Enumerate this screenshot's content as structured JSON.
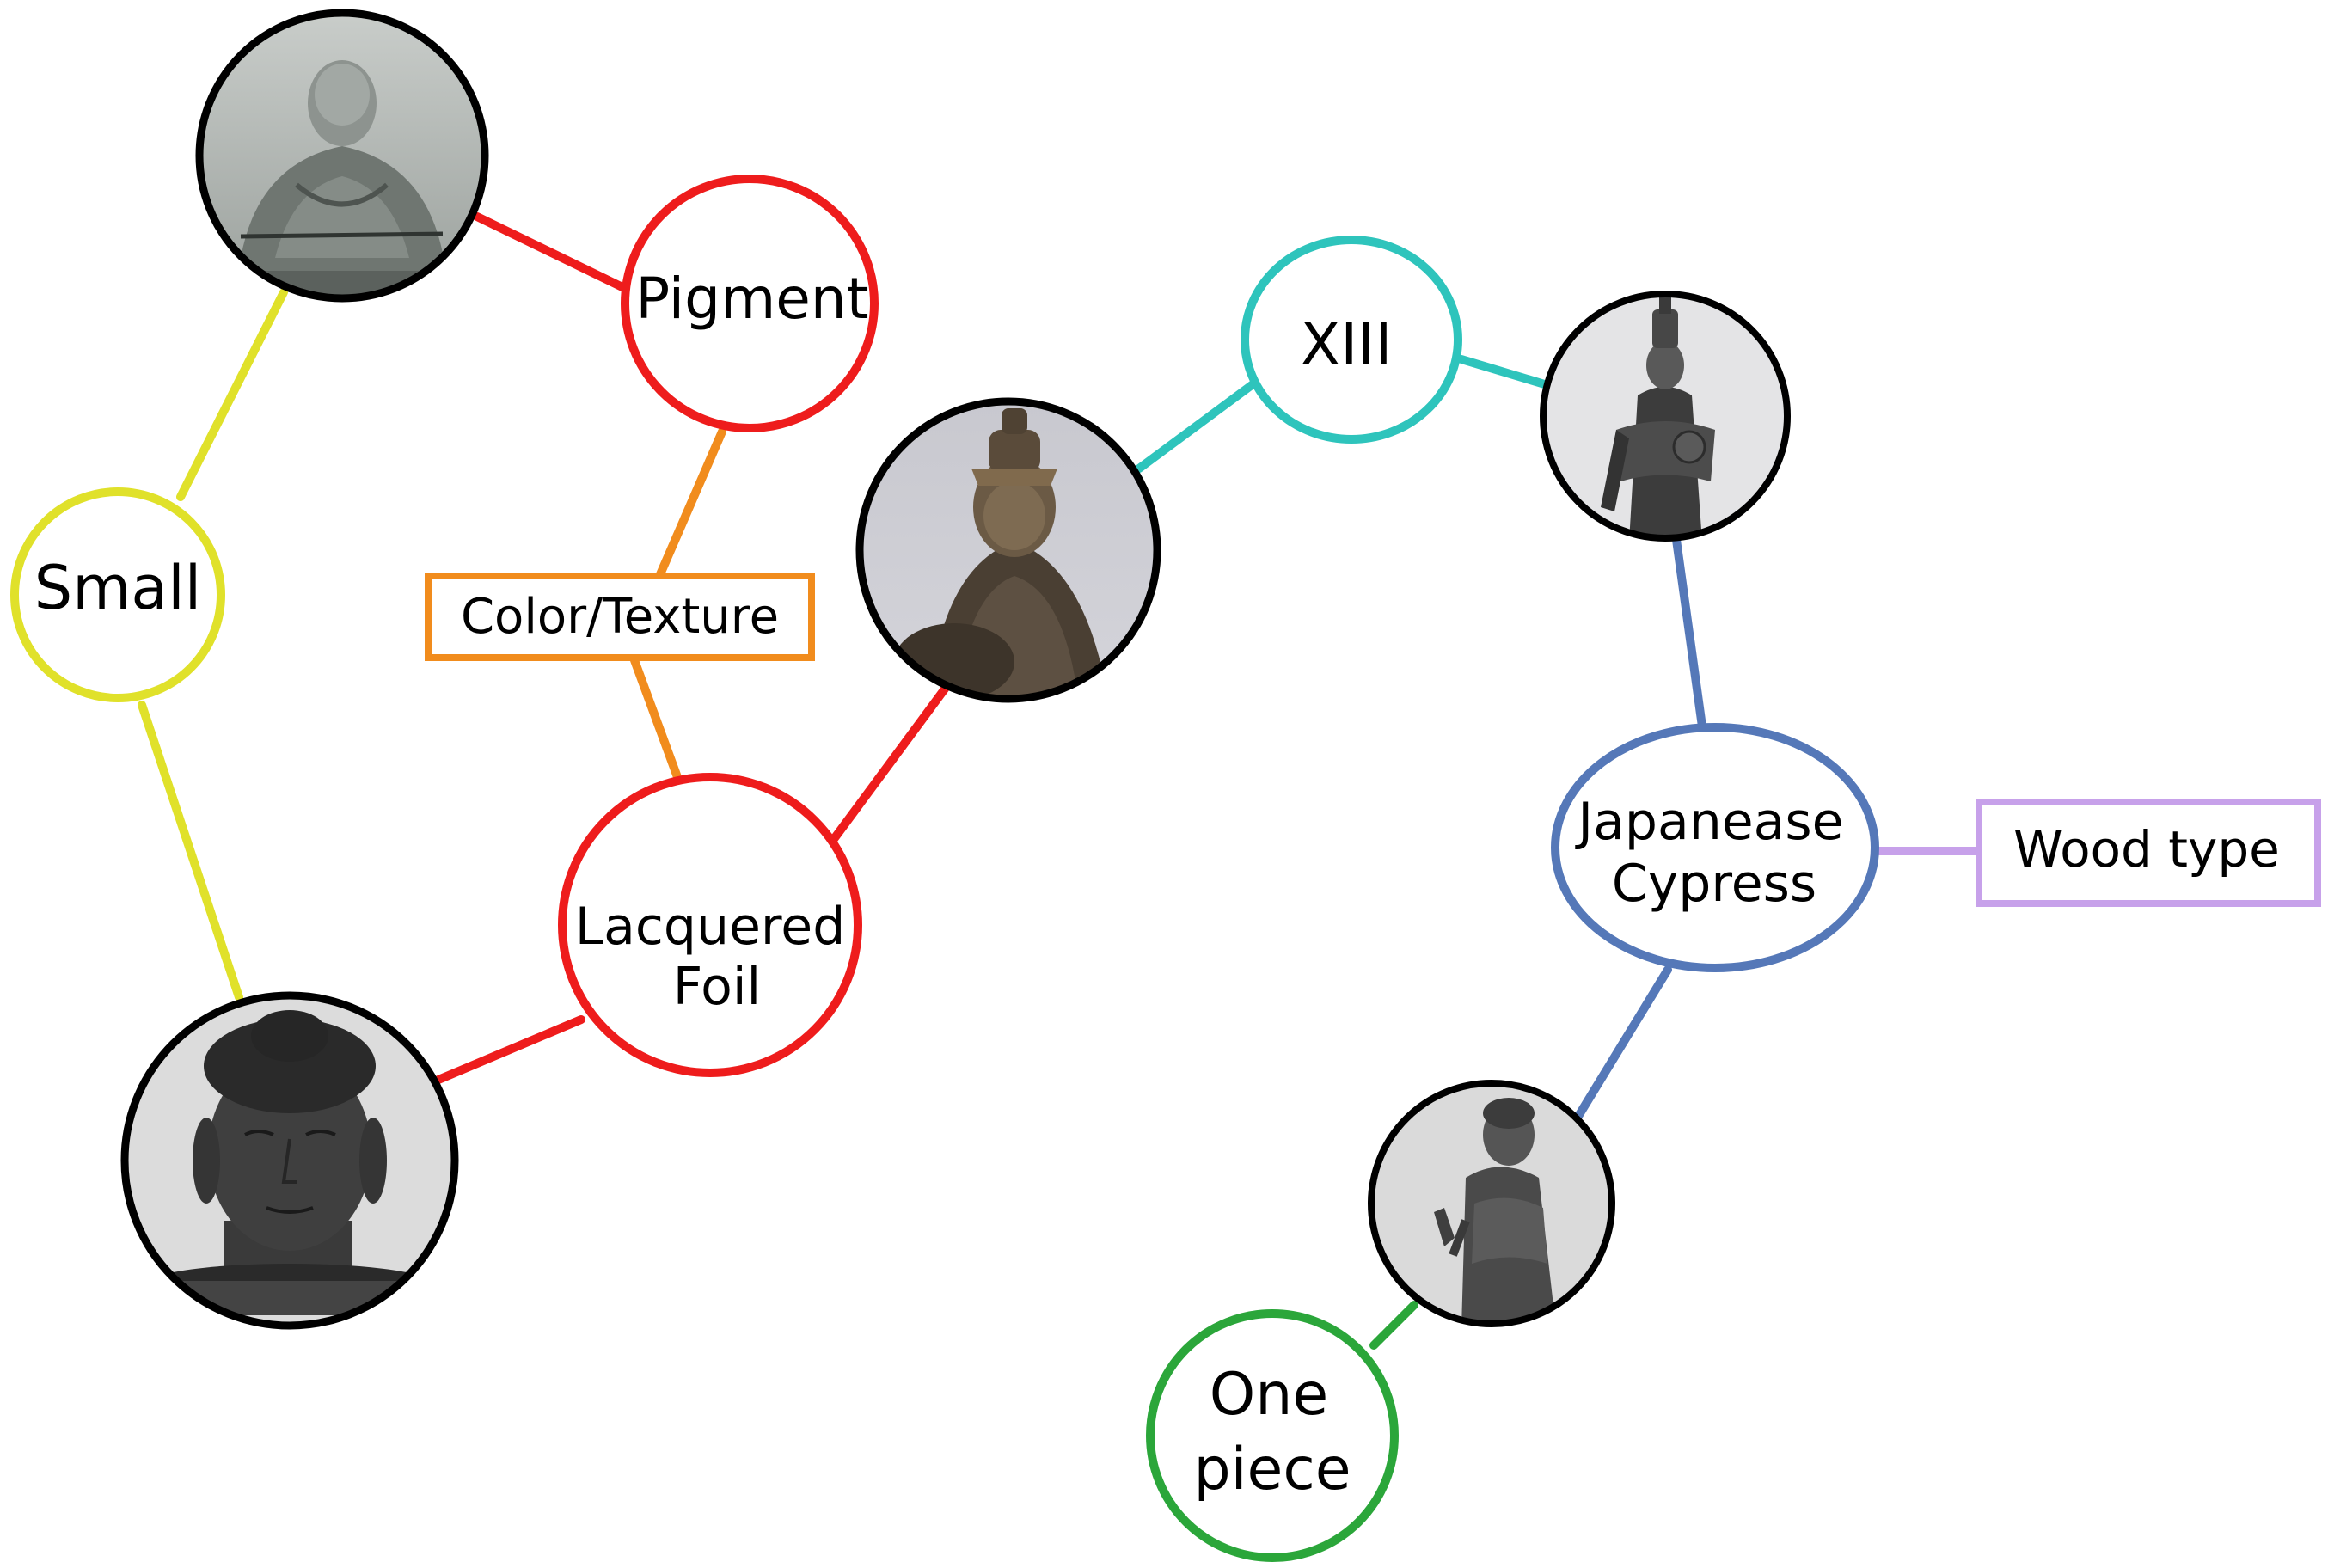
{
  "nodes": {
    "small": {
      "label": "Small",
      "color": "#e0e12a"
    },
    "pigment": {
      "label": "Pigment",
      "color": "#ee1c1c"
    },
    "color_texture": {
      "label": "Color/Texture",
      "color": "#f18c1d"
    },
    "lacquered_foil": {
      "line1": "Lacquered",
      "line2": "Foil",
      "color": "#ee1c1c"
    },
    "xiii": {
      "label": "XIII",
      "color": "#2ec4bc"
    },
    "japanese_cypress": {
      "line1": "Japanease",
      "line2": "Cypress",
      "color": "#5578b8"
    },
    "wood_type": {
      "label": "Wood type",
      "color": "#c7a1ea"
    },
    "one_piece": {
      "line1": "One",
      "line2": "piece",
      "color": "#2ba63a"
    }
  },
  "images": [
    {
      "name": "seated-monk-statue",
      "depicts": "seated monk sculpture"
    },
    {
      "name": "buddha-head-statue",
      "depicts": "buddha head sculpture"
    },
    {
      "name": "seated-crowned-bodhisattva-statue",
      "depicts": "seated crowned bodhisattva sculpture"
    },
    {
      "name": "standing-crowned-bodhisattva-statue",
      "depicts": "standing crowned bodhisattva sculpture"
    },
    {
      "name": "standing-buddha-statue",
      "depicts": "standing buddha sculpture"
    }
  ]
}
